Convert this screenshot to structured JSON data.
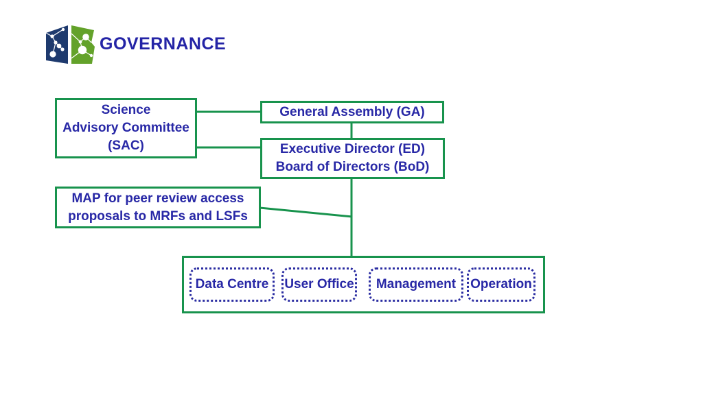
{
  "header": {
    "title": "GOVERNANCE",
    "logo": "network-panels-logo"
  },
  "colors": {
    "connector_green": "#18934d",
    "text_navy": "#2828a6",
    "dotted_border_navy": "#2b2da2",
    "logo_navy": "#1e3a6e",
    "logo_green": "#63a22a"
  },
  "boxes": {
    "sac": {
      "label": "Science\nAdvisory Committee\n(SAC)"
    },
    "ga": {
      "label": "General Assembly (GA)"
    },
    "ed_bod": {
      "label": "Executive Director (ED)\nBoard of Directors (BoD)"
    },
    "map": {
      "label": "MAP for peer review access\nproposals to MRFs and LSFs"
    }
  },
  "operations": {
    "items": [
      "Data Centre",
      "User Office",
      "Management",
      "Operation"
    ]
  }
}
